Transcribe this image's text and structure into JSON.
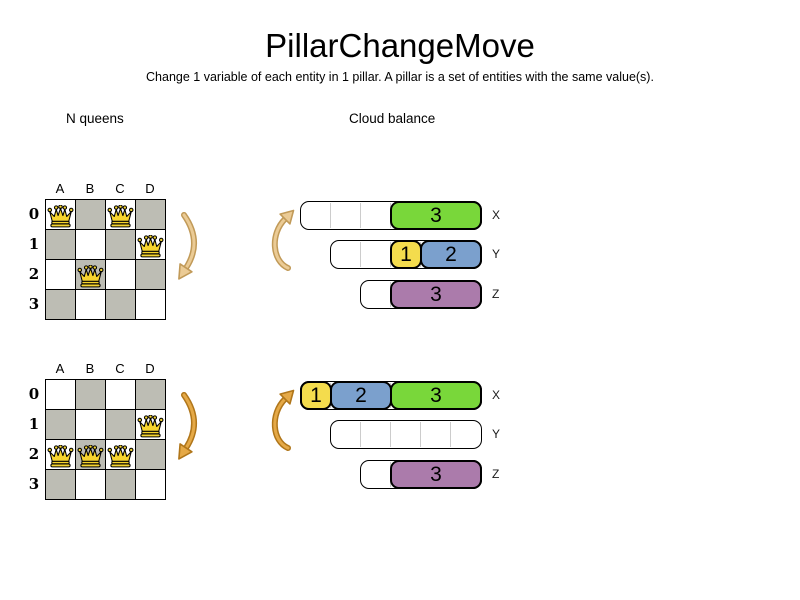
{
  "title": "PillarChangeMove",
  "subtitle": "Change 1 variable of each entity in 1 pillar. A pillar is a set of entities with the same value(s).",
  "sections": {
    "left_label": "N queens",
    "right_label": "Cloud balance"
  },
  "boards": [
    {
      "name": "nqueens-before",
      "col_labels": [
        "A",
        "B",
        "C",
        "D"
      ],
      "row_labels": [
        "0",
        "1",
        "2",
        "3"
      ],
      "queens": [
        {
          "col": 0,
          "row": 0
        },
        {
          "col": 2,
          "row": 0
        },
        {
          "col": 3,
          "row": 1
        },
        {
          "col": 1,
          "row": 2
        }
      ]
    },
    {
      "name": "nqueens-after",
      "col_labels": [
        "A",
        "B",
        "C",
        "D"
      ],
      "row_labels": [
        "0",
        "1",
        "2",
        "3"
      ],
      "queens": [
        {
          "col": 3,
          "row": 1
        },
        {
          "col": 0,
          "row": 2
        },
        {
          "col": 1,
          "row": 2
        },
        {
          "col": 2,
          "row": 2
        }
      ]
    }
  ],
  "bar_groups": [
    {
      "name": "cloud-before",
      "bars": [
        {
          "computer": "X",
          "capacity": 6,
          "blocks": [
            {
              "value": "3",
              "start": 3,
              "span": 3,
              "color": "green"
            }
          ]
        },
        {
          "computer": "Y",
          "capacity": 5,
          "blocks": [
            {
              "value": "1",
              "start": 2,
              "span": 1,
              "color": "yellow"
            },
            {
              "value": "2",
              "start": 3,
              "span": 2,
              "color": "blue"
            }
          ]
        },
        {
          "computer": "Z",
          "capacity": 4,
          "blocks": [
            {
              "value": "3",
              "start": 1,
              "span": 3,
              "color": "purple"
            }
          ]
        }
      ]
    },
    {
      "name": "cloud-after",
      "bars": [
        {
          "computer": "X",
          "capacity": 6,
          "blocks": [
            {
              "value": "1",
              "start": 0,
              "span": 1,
              "color": "yellow"
            },
            {
              "value": "2",
              "start": 1,
              "span": 2,
              "color": "blue"
            },
            {
              "value": "3",
              "start": 3,
              "span": 3,
              "color": "green"
            }
          ]
        },
        {
          "computer": "Y",
          "capacity": 5,
          "blocks": []
        },
        {
          "computer": "Z",
          "capacity": 4,
          "blocks": [
            {
              "value": "3",
              "start": 1,
              "span": 3,
              "color": "purple"
            }
          ]
        }
      ]
    }
  ],
  "colors": {
    "board_gray": "#bdbdb4",
    "green": "#79d73a",
    "yellow": "#f4dc4d",
    "blue": "#7ba0cd",
    "purple": "#ab7bab",
    "tan_fill": "#ebcb95",
    "tan_stroke": "#c19a58",
    "orange_fill": "#e5a947",
    "orange_stroke": "#b0761a",
    "queen_gold": "#f6d42f",
    "divider": "#cccccc"
  }
}
